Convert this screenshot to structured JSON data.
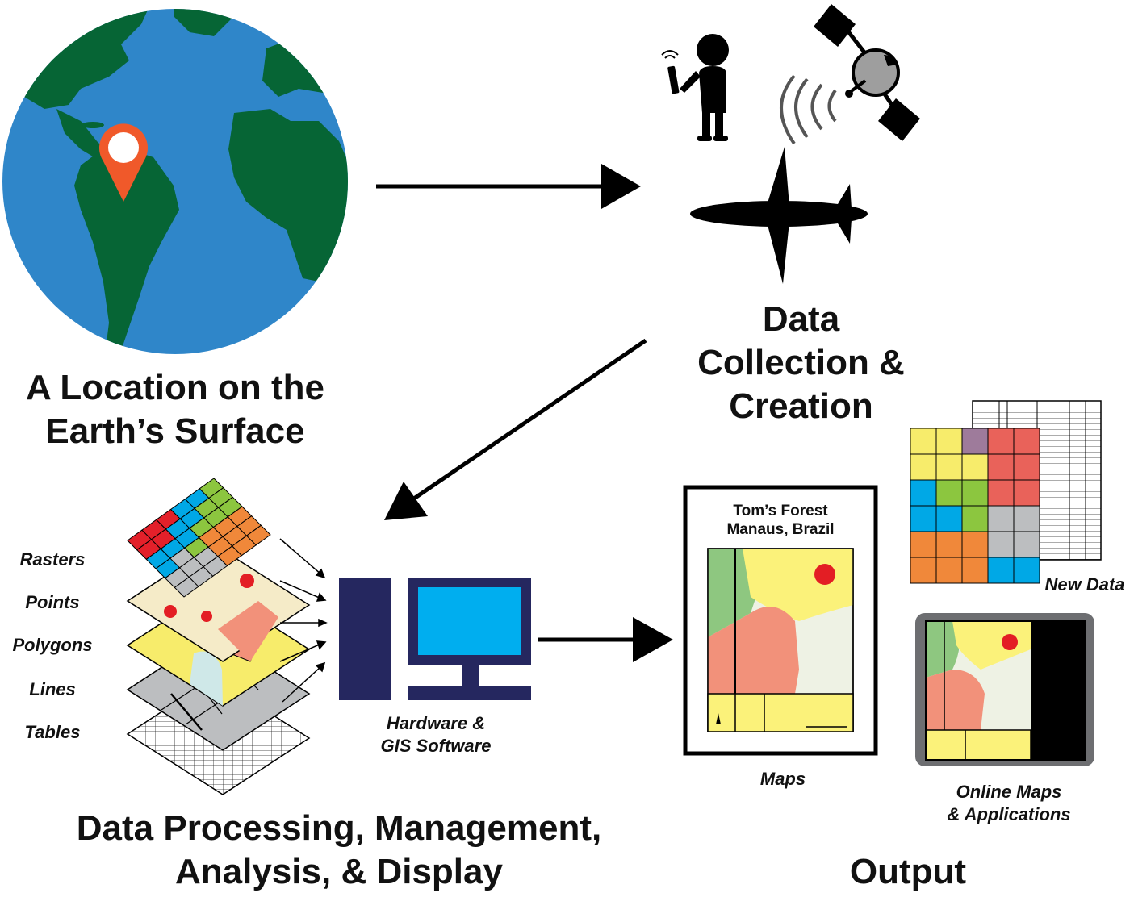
{
  "stages": {
    "location": {
      "line1": "A Location on the",
      "line2": "Earth’s Surface"
    },
    "collection": {
      "line1": "Data",
      "line2": "Collection &",
      "line3": "Creation"
    },
    "processing": {
      "line1": "Data Processing, Management,",
      "line2": "Analysis, & Display"
    },
    "output": {
      "label": "Output"
    }
  },
  "layers": [
    "Rasters",
    "Points",
    "Polygons",
    "Lines",
    "Tables"
  ],
  "hardware": {
    "line1": "Hardware &",
    "line2": "GIS Software"
  },
  "outputs": {
    "map_title_line1": "Tom’s Forest",
    "map_title_line2": "Manaus, Brazil",
    "maps_label": "Maps",
    "new_data_label": "New Data",
    "online_line1": "Online Maps",
    "online_line2": "& Applications"
  },
  "colors": {
    "ocean": "#2f86c9",
    "land": "#066535",
    "pin": "#f0592a",
    "raster_green": "#8cc63f",
    "raster_blue": "#00a8e6",
    "raster_orange": "#f0883a",
    "raster_red": "#e3202a",
    "raster_gray": "#bcbec0",
    "raster_yellow": "#f7ec6b",
    "raster_salmon": "#e9625a",
    "raster_purple": "#9e7b9b",
    "map_yellow": "#fbf27a",
    "map_green": "#8ec780",
    "map_salmon": "#f2917a",
    "map_pale": "#eef2e4",
    "computer_navy": "#25275f",
    "screen_blue": "#00aeef",
    "point_red": "#e31e24",
    "device_frame": "#6d6e71"
  },
  "icons": [
    "globe-icon",
    "location-pin-icon",
    "person-with-gps-icon",
    "satellite-icon",
    "airplane-icon",
    "data-layers-icon",
    "computer-icon",
    "map-icon",
    "raster-table-icon",
    "tablet-icon"
  ]
}
